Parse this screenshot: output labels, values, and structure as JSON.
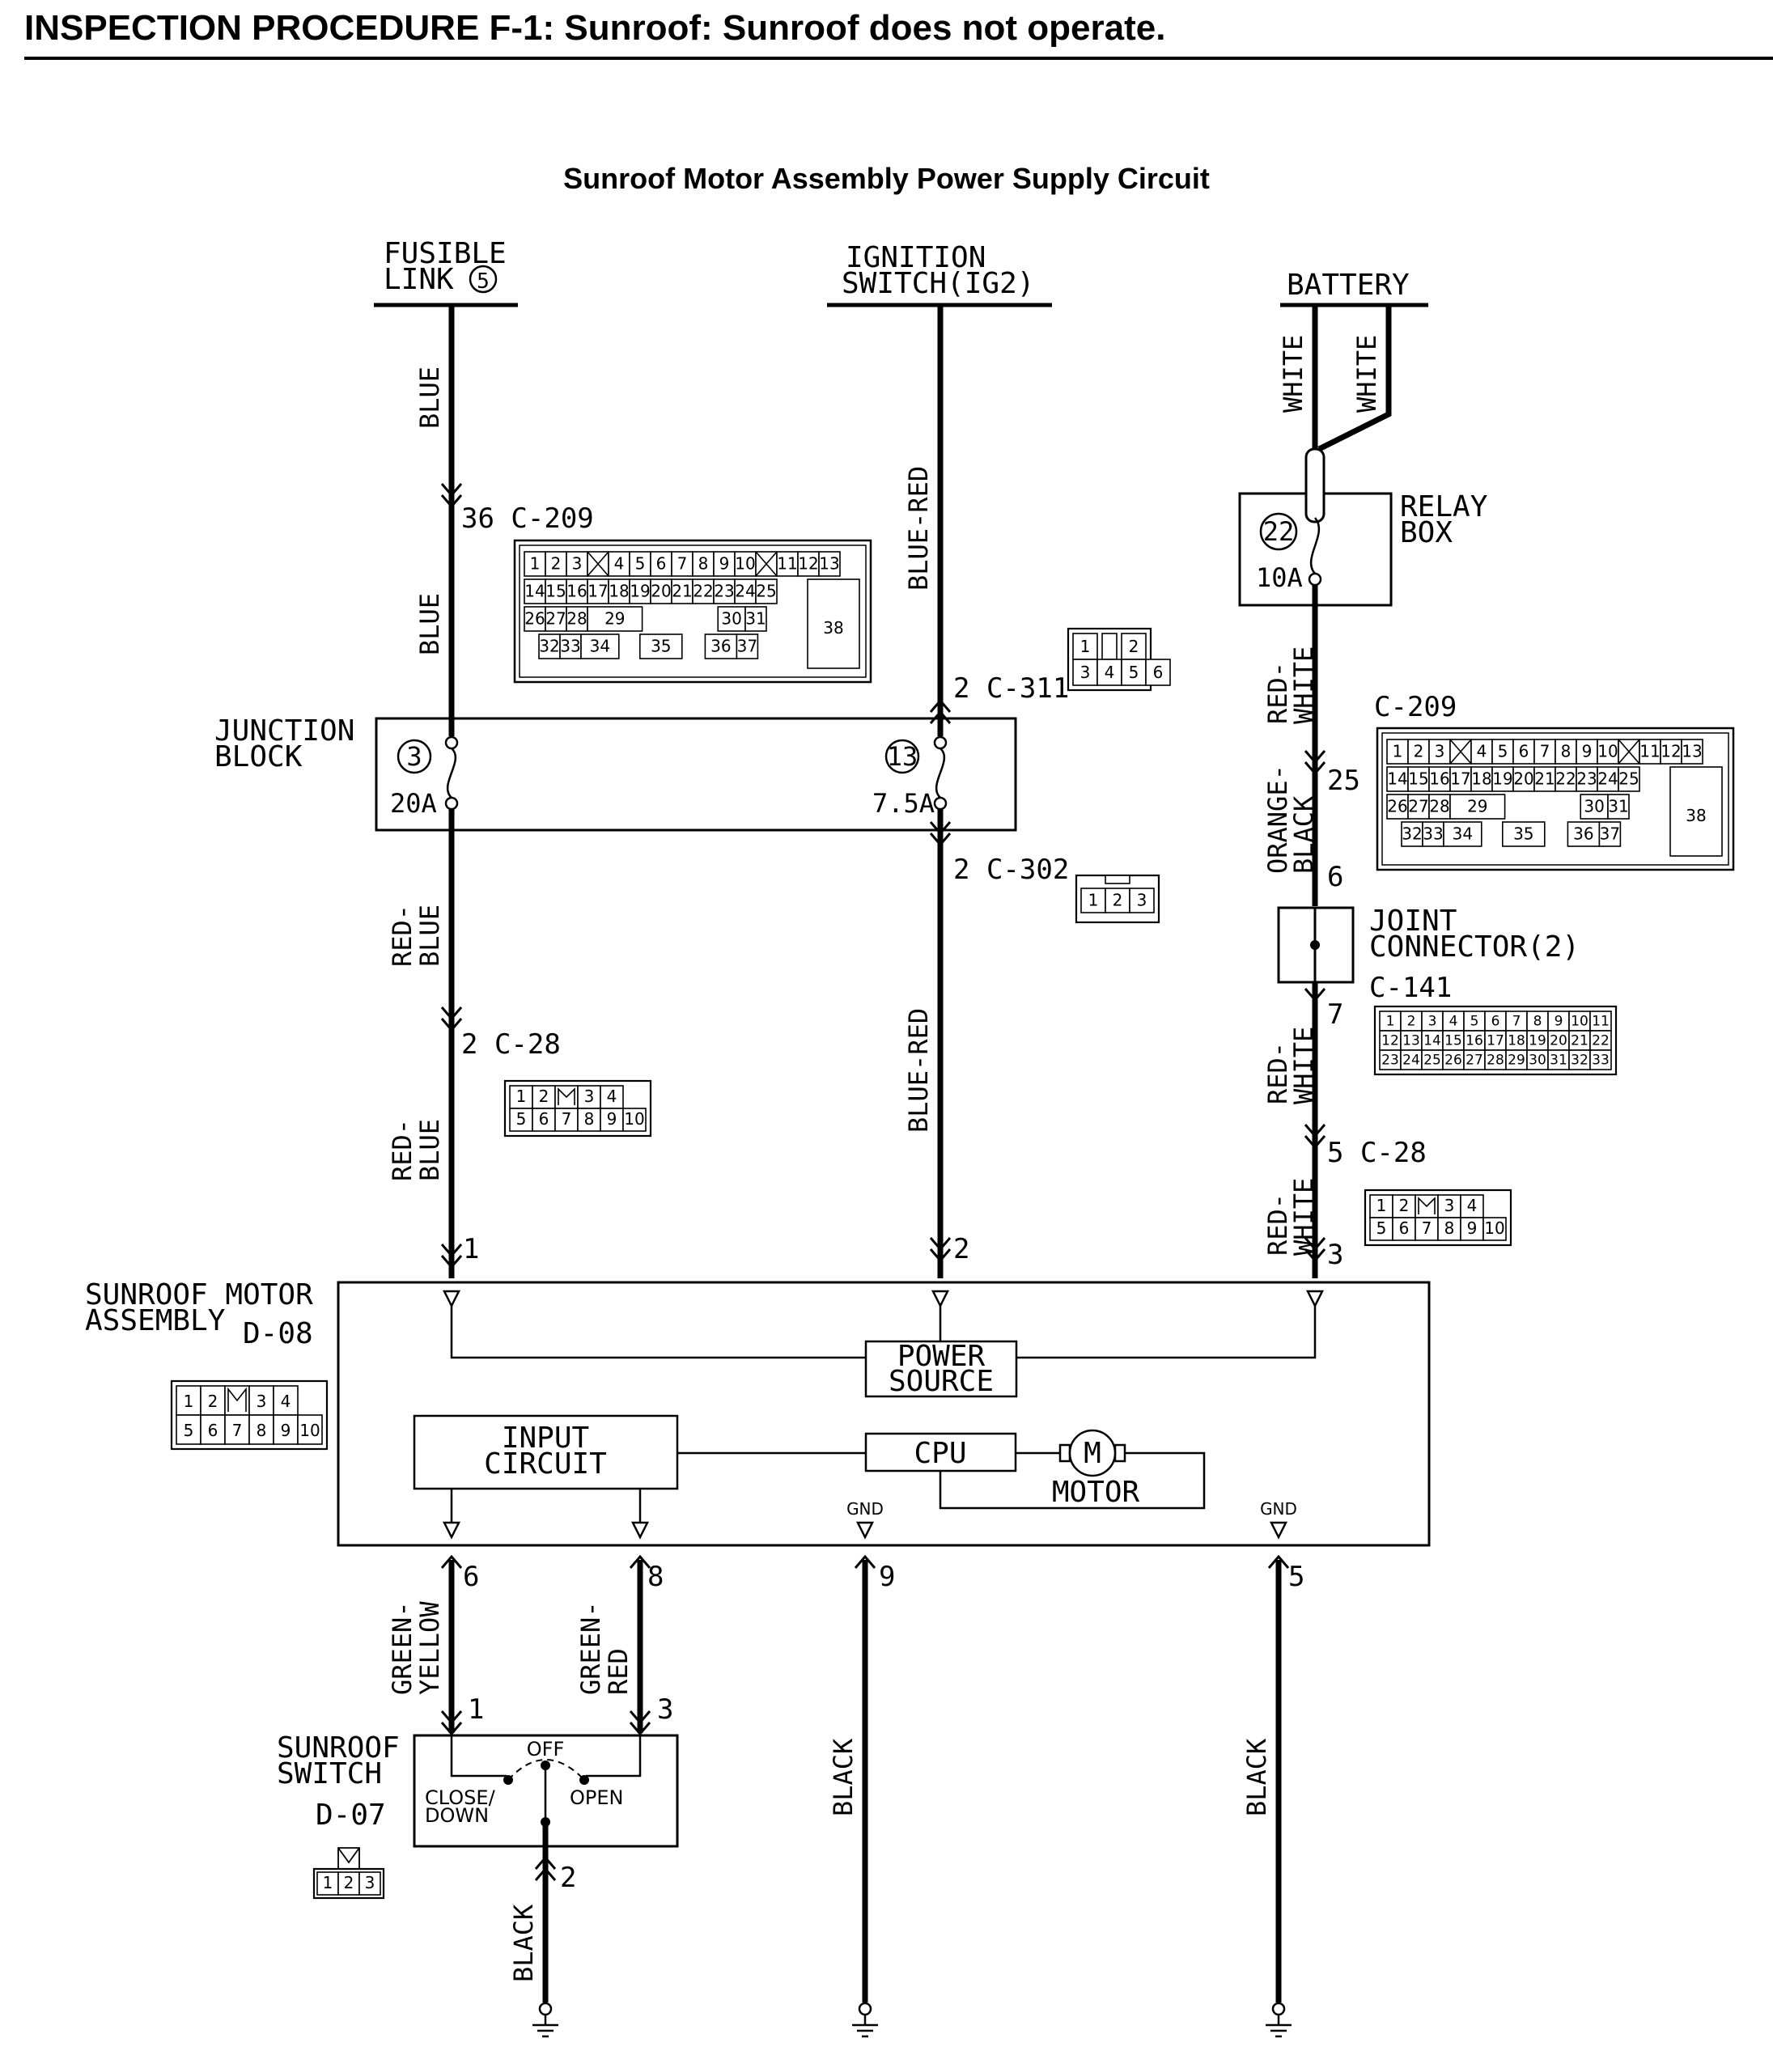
{
  "header": {
    "page_title": "INSPECTION PROCEDURE F-1: Sunroof: Sunroof does not operate.",
    "diagram_title": "Sunroof Motor Assembly Power Supply Circuit"
  },
  "sources": {
    "fusible_link": [
      "FUSIBLE",
      "LINK"
    ],
    "fusible_link_num": "5",
    "ignition": [
      "IGNITION",
      "SWITCH(IG2)"
    ],
    "battery": "BATTERY"
  },
  "components": {
    "relay_box": [
      "RELAY",
      "BOX"
    ],
    "relay_fuse_num": "22",
    "relay_fuse_rating": "10A",
    "junction_block": [
      "JUNCTION",
      "BLOCK"
    ],
    "jb_fuse_left_num": "3",
    "jb_fuse_left_rating": "20A",
    "jb_fuse_right_num": "13",
    "jb_fuse_right_rating": "7.5A",
    "joint_connector": [
      "JOINT",
      "CONNECTOR(2)"
    ],
    "motor_assembly": [
      "SUNROOF MOTOR",
      "ASSEMBLY"
    ],
    "motor_assembly_id": "D-08",
    "power_source": [
      "POWER",
      "SOURCE"
    ],
    "input_circuit": [
      "INPUT",
      "CIRCUIT"
    ],
    "cpu": "CPU",
    "motor": "MOTOR",
    "motor_symbol": "M",
    "gnd": "GND",
    "sunroof_switch": [
      "SUNROOF",
      "SWITCH"
    ],
    "sunroof_switch_id": "D-07",
    "switch_off": "OFF",
    "switch_close": [
      "CLOSE/",
      "DOWN"
    ],
    "switch_open": "OPEN"
  },
  "wires": {
    "blue": "BLUE",
    "blue_red": "BLUE-RED",
    "white": "WHITE",
    "red_white": [
      "RED-",
      "WHITE"
    ],
    "orange_black": [
      "ORANGE-",
      "BLACK"
    ],
    "red_blue": [
      "RED-",
      "BLUE"
    ],
    "green_yellow": [
      "GREEN-",
      "YELLOW"
    ],
    "green_red": [
      "GREEN-",
      "RED"
    ],
    "black": "BLACK"
  },
  "pins": {
    "c209_left": "36 C-209",
    "c311": "2 C-311",
    "c302": "2 C-302",
    "c28_left": "2 C-28",
    "c209_right": "C-209",
    "c209_right_pin": "25",
    "jc_in": "6",
    "jc_out": "7",
    "c141": "C-141",
    "c28_right": "5 C-28",
    "motor_pin_1": "1",
    "motor_pin_2": "2",
    "motor_pin_3": "3",
    "motor_pin_6": "6",
    "motor_pin_8": "8",
    "motor_pin_9": "9",
    "motor_pin_5": "5",
    "switch_pin_1": "1",
    "switch_pin_3": "3",
    "switch_pin_2": "2"
  },
  "connectors": {
    "c209": {
      "rows": [
        [
          "1",
          "2",
          "3",
          "X",
          "4",
          "5",
          "6",
          "7",
          "8",
          "9",
          "10",
          "X",
          "11",
          "12",
          "13"
        ],
        [
          "14",
          "15",
          "16",
          "17",
          "18",
          "19",
          "20",
          "21",
          "22",
          "23",
          "24",
          "25"
        ],
        [
          "26",
          "27",
          "28",
          "29",
          "",
          "30",
          "31"
        ],
        [
          "32",
          "33",
          "34",
          "35",
          "36",
          "37"
        ]
      ],
      "extra": "38"
    },
    "c311": [
      "1",
      "2",
      "3",
      "4",
      "5",
      "6"
    ],
    "c302": [
      "1",
      "2",
      "3"
    ],
    "c28": [
      [
        "1",
        "2",
        "",
        "3",
        "4"
      ],
      [
        "5",
        "6",
        "7",
        "8",
        "9",
        "10"
      ]
    ],
    "c141": [
      [
        "1",
        "2",
        "3",
        "4",
        "5",
        "6",
        "7",
        "8",
        "9",
        "10",
        "11"
      ],
      [
        "12",
        "13",
        "14",
        "15",
        "16",
        "17",
        "18",
        "19",
        "20",
        "21",
        "22"
      ],
      [
        "23",
        "24",
        "25",
        "26",
        "27",
        "28",
        "29",
        "30",
        "31",
        "32",
        "33"
      ]
    ],
    "d08": [
      [
        "1",
        "2",
        "",
        "3",
        "4"
      ],
      [
        "5",
        "6",
        "7",
        "8",
        "9",
        "10"
      ]
    ],
    "d07": [
      "1",
      "2",
      "3"
    ]
  },
  "colors": {
    "ink": "#000000",
    "paper": "#ffffff"
  }
}
